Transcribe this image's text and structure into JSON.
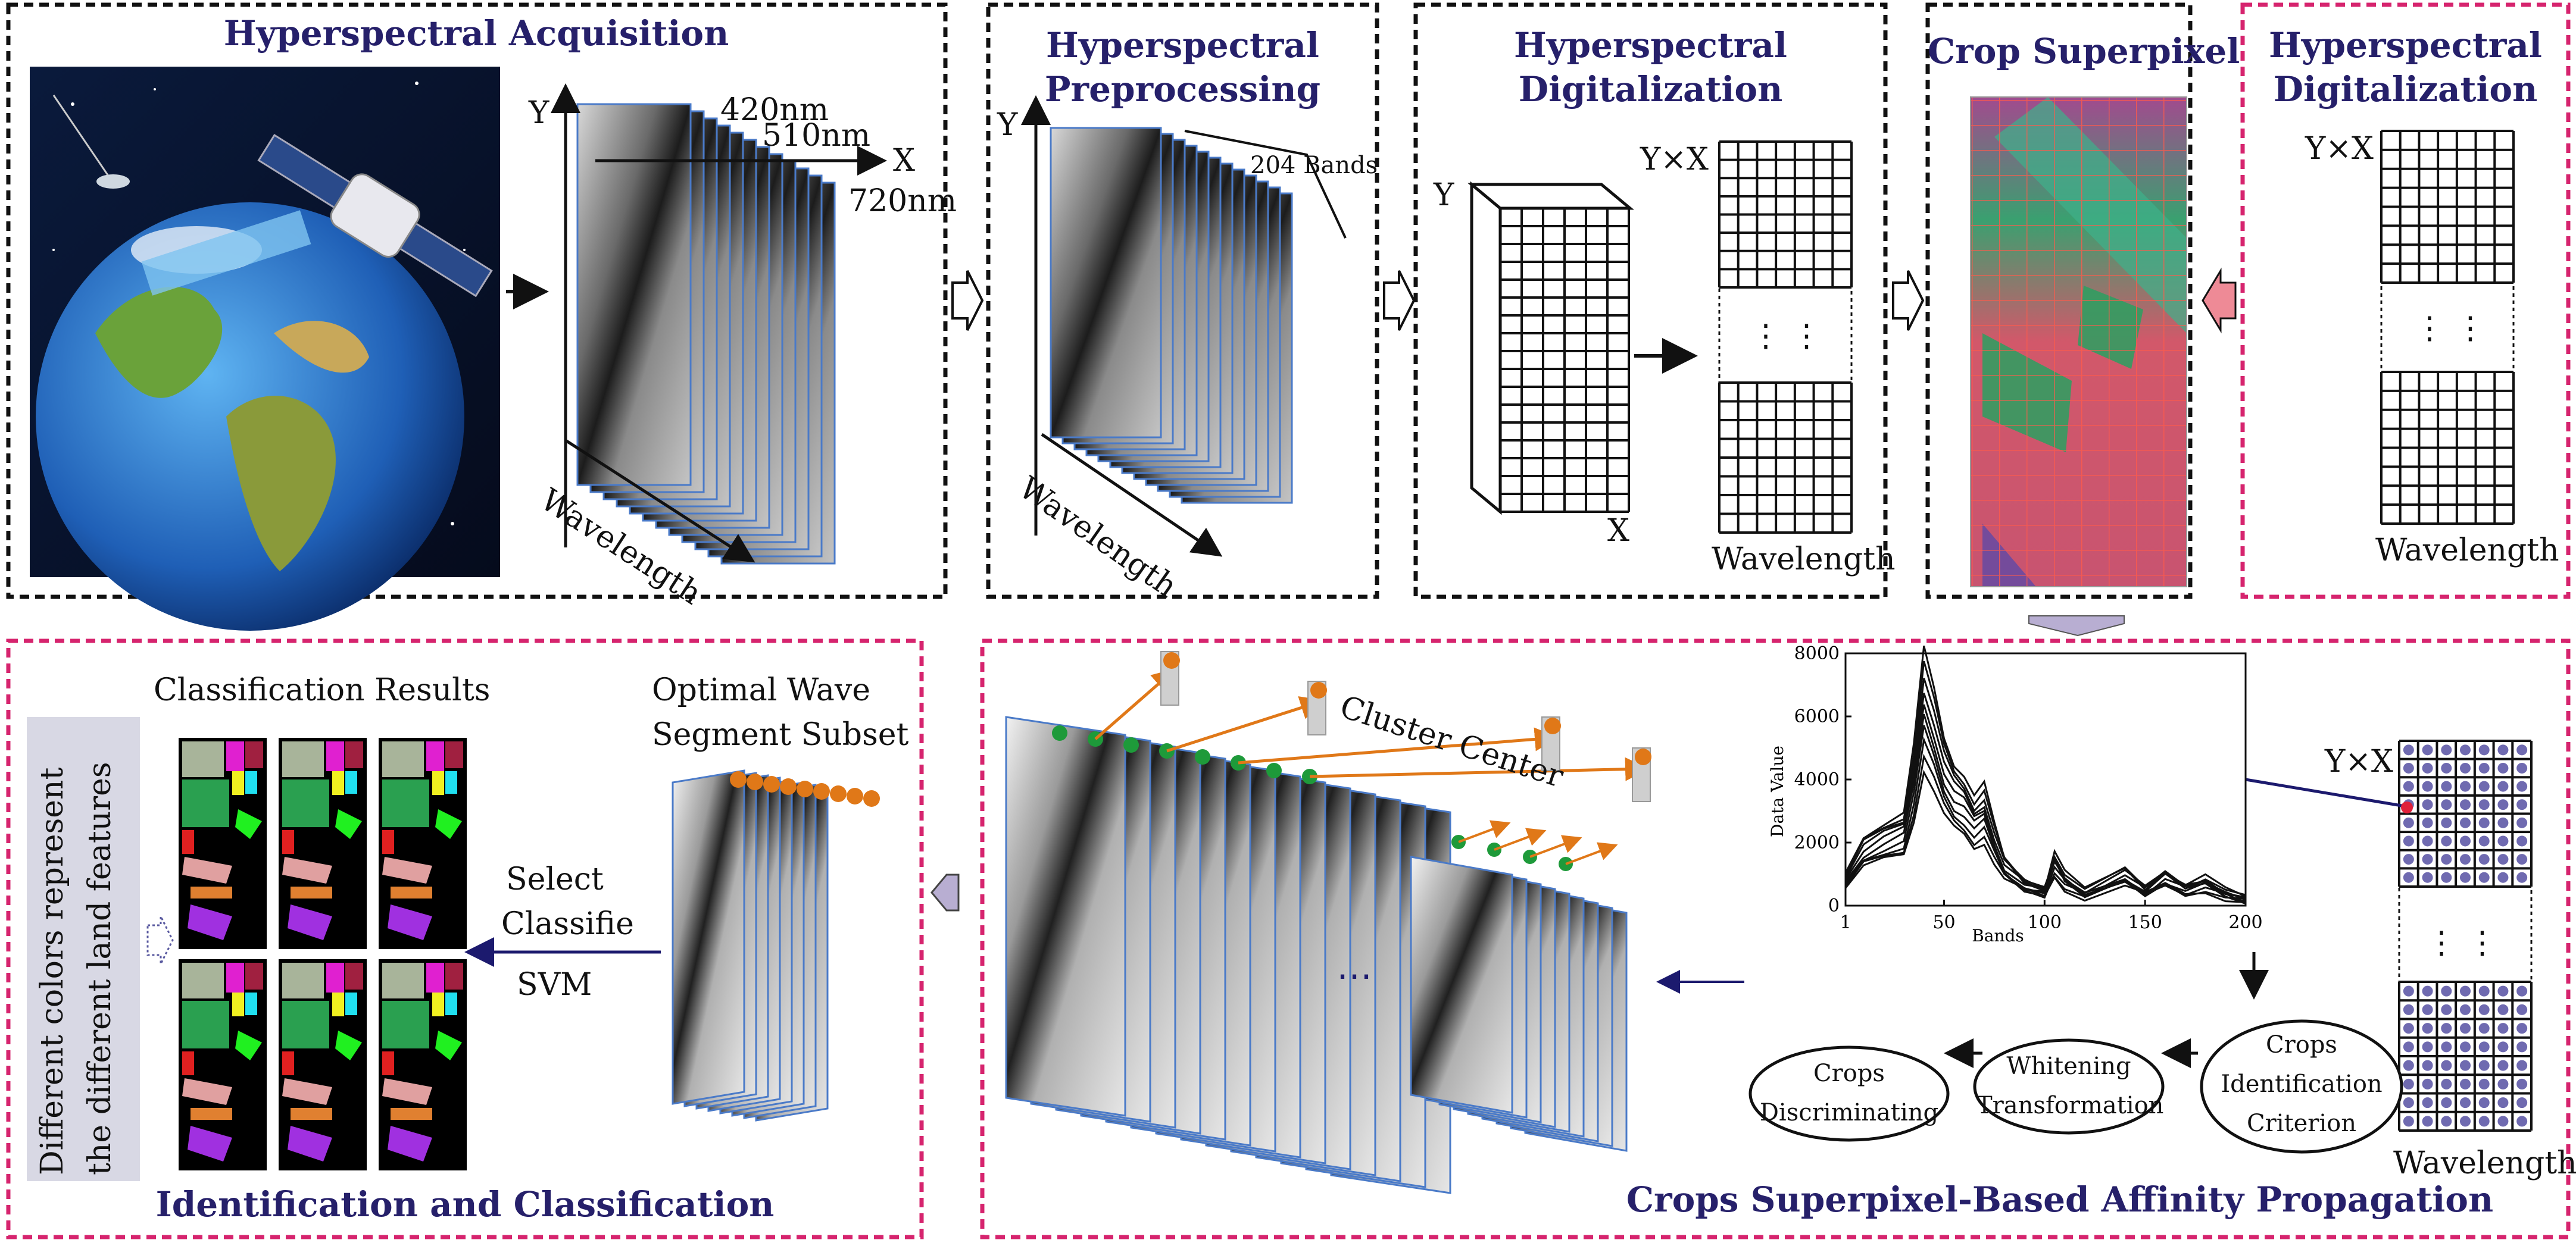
{
  "top_panels": {
    "acquisition": {
      "title": "Hyperspectral  Acquisition",
      "axis_y": "Y",
      "axis_x": "X",
      "axis_wavelength": "Wavelength",
      "bands": [
        "420nm",
        "510nm",
        "720nm"
      ]
    },
    "preprocessing": {
      "title_line1": "Hyperspectral",
      "title_line2": "Preprocessing",
      "axis_y": "Y",
      "axis_wavelength": "Wavelength",
      "bands_label": "204 Bands"
    },
    "digitalization": {
      "title_line1": "Hyperspectral",
      "title_line2": "Digitalization",
      "cube_y": "Y",
      "cube_x": "X",
      "matrix_label": "Y×X",
      "ellipsis": "⋮  ⋮",
      "wavelength": "Wavelength"
    },
    "superpixel": {
      "title": "Crop Superpixel"
    },
    "digitalization2": {
      "title_line1": "Hyperspectral",
      "title_line2": "Digitalization",
      "matrix_label": "Y×X",
      "ellipsis": "⋮  ⋮",
      "wavelength": "Wavelength"
    }
  },
  "bottom_left": {
    "title": "Identification and Classification",
    "results_label": "Classification Results",
    "vertical_note_line1": "Different colors represent",
    "vertical_note_line2": "the different land features",
    "subset_line1": "Optimal Wave",
    "subset_line2": "Segment Subset",
    "select_line1": "Select",
    "select_line2": "Classifie",
    "select_line3": "SVM"
  },
  "bottom_right": {
    "title": "Crops Superpixel-Based Affinity Propagation",
    "cluster_label": "Cluster Center",
    "matrix_label": "Y×X",
    "ellipsis": "⋮  ⋮",
    "wavelength": "Wavelength",
    "flow": {
      "criterion_line1": "Crops",
      "criterion_line2": "Identification",
      "criterion_line3": "Criterion",
      "whitening_line1": "Whitening",
      "whitening_line2": "Transformation",
      "discriminating_line1": "Crops",
      "discriminating_line2": "Discriminating"
    }
  },
  "chart_data": {
    "type": "line",
    "xlabel": "Bands",
    "ylabel": "Data Value",
    "xlim": [
      1,
      200
    ],
    "ylim": [
      0,
      8000
    ],
    "x_ticks": [
      "1",
      "50",
      "100",
      "150",
      "200"
    ],
    "y_ticks": [
      "0",
      "2000",
      "4000",
      "6000",
      "8000"
    ],
    "x": [
      1,
      10,
      20,
      30,
      35,
      40,
      45,
      50,
      55,
      60,
      65,
      70,
      75,
      80,
      90,
      100,
      105,
      110,
      120,
      140,
      150,
      160,
      170,
      180,
      190,
      200
    ],
    "series_base": [
      900,
      1900,
      2300,
      2600,
      4400,
      7000,
      5900,
      4600,
      3900,
      3600,
      3000,
      3300,
      2200,
      1300,
      700,
      500,
      1500,
      900,
      400,
      1000,
      500,
      1000,
      600,
      800,
      400,
      200
    ],
    "series_scales": [
      0.62,
      0.68,
      0.74,
      0.8,
      0.86,
      0.92,
      0.98,
      1.04,
      1.1,
      1.16
    ]
  },
  "colors": {
    "title": "#26206a",
    "black_border": "#111111",
    "pink_border": "#d6246e",
    "hollow_arrow": "#ffffff",
    "pink_arrow": "#ee8a96",
    "lavender_arrow": "#b8aed2",
    "navy_arrow": "#1c1a6e",
    "orange": "#e07818",
    "green": "#1e9a3a",
    "dot": "#6f6ab0"
  }
}
